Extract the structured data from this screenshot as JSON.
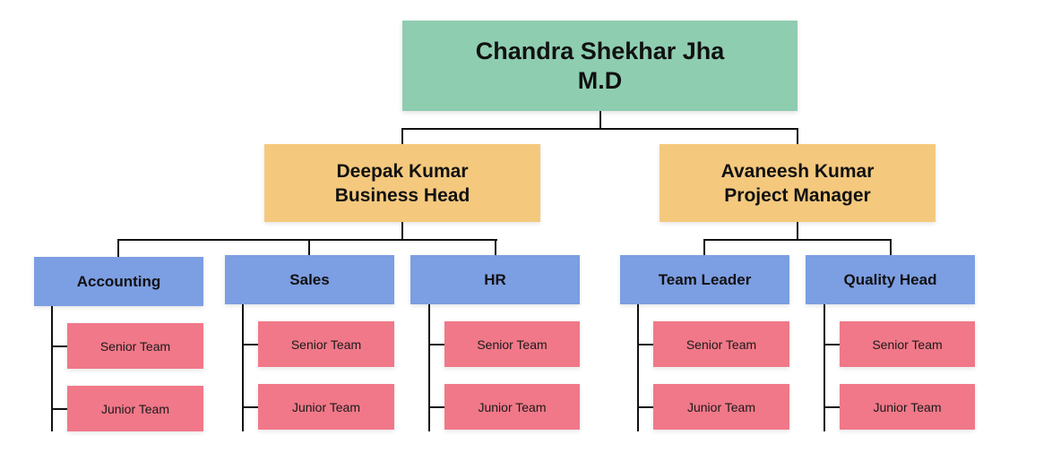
{
  "root": {
    "name": "Chandra Shekhar Jha",
    "title": "M.D",
    "color": "#8ecdb0"
  },
  "heads": [
    {
      "name": "Deepak Kumar",
      "title": "Business Head"
    },
    {
      "name": "Avaneesh Kumar",
      "title": "Project Manager"
    }
  ],
  "head_color": "#f4c97e",
  "departments": [
    {
      "label": "Accounting",
      "teams": [
        "Senior Team",
        "Junior Team"
      ]
    },
    {
      "label": "Sales",
      "teams": [
        "Senior Team",
        "Junior Team"
      ]
    },
    {
      "label": "HR",
      "teams": [
        "Senior Team",
        "Junior Team"
      ]
    },
    {
      "label": "Team Leader",
      "teams": [
        "Senior Team",
        "Junior Team"
      ]
    },
    {
      "label": "Quality Head",
      "teams": [
        "Senior Team",
        "Junior Team"
      ]
    }
  ],
  "department_color": "#7c9ee2",
  "team_color": "#f07888"
}
